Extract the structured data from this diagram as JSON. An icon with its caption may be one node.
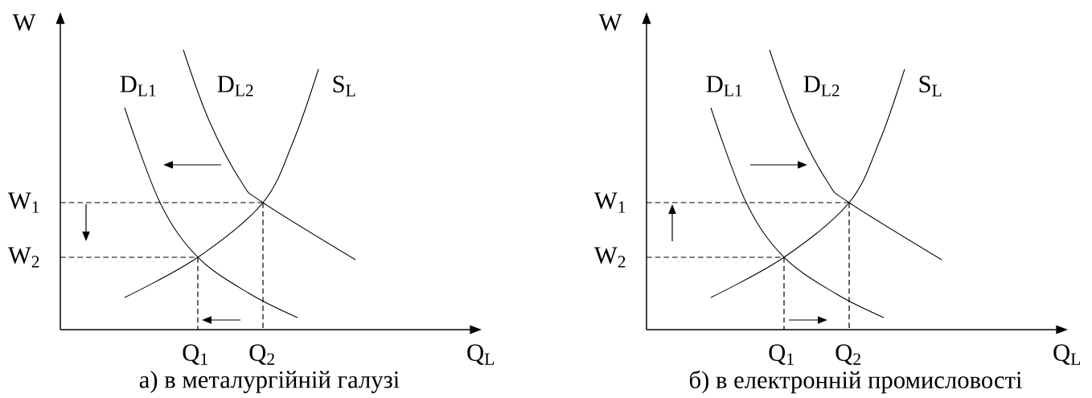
{
  "diagram": {
    "labels": [
      "W",
      "D$_{L1}$",
      "D$_{L2}$",
      "S$_{L}$",
      "W$_{1}$",
      "W$_{2}$",
      "Q$_{1}$",
      "Q$_{2}$",
      "Q$_{L}$",
      "а) в металургійній галузі",
      "W",
      "D$_{L1}$",
      "D$_{L2}$",
      "S$_{L}$",
      "W$_{1}$",
      "W$_{2}$",
      "Q$_{1}$",
      "Q$_{2}$",
      "Q$_{L}$",
      "б) в електронній промисловості"
    ]
  }
}
